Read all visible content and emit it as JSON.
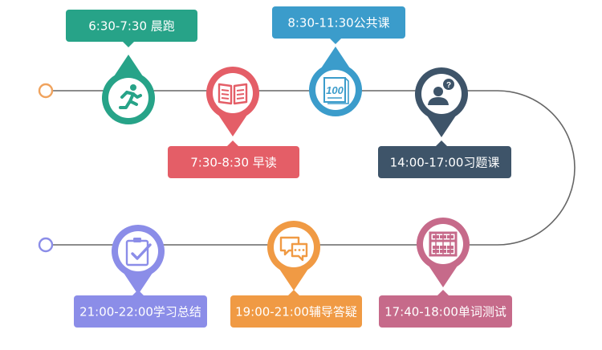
{
  "colors": {
    "line": "#666666",
    "start_top": "#f0a35e",
    "start_bottom": "#8b8de8",
    "pin_fill_inner": "#ffffff"
  },
  "schedule": [
    {
      "label": "6:30-7:30  晨跑",
      "icon": "running-icon",
      "color": "#27a388"
    },
    {
      "label": "7:30-8:30  早读",
      "icon": "open-book-icon",
      "color": "#e45e67"
    },
    {
      "label": "8:30-11:30公共课",
      "icon": "score-paper-icon",
      "color": "#3b9ccb"
    },
    {
      "label": "14:00-17:00习题课",
      "icon": "question-person-icon",
      "color": "#3e5469"
    },
    {
      "label": "17:40-18:00单词测试",
      "icon": "abacus-icon",
      "color": "#c66a8a"
    },
    {
      "label": "19:00-21:00辅导答疑",
      "icon": "chat-bubbles-icon",
      "color": "#f09a44"
    },
    {
      "label": "21:00-22:00学习总结",
      "icon": "clipboard-check-icon",
      "color": "#8b8de8"
    }
  ]
}
